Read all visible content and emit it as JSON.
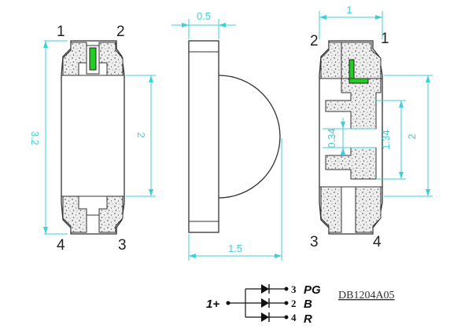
{
  "front_view": {
    "pin_top_left": "1",
    "pin_top_right": "2",
    "pin_bottom_left": "4",
    "pin_bottom_right": "3",
    "dim_length": "3.2",
    "dim_body": "2"
  },
  "side_view": {
    "dim_thickness": "0.5",
    "dim_depth": "1.5"
  },
  "back_view": {
    "pin_top_left": "2",
    "pin_top_right": "1",
    "pin_bottom_left": "3",
    "pin_bottom_right": "4",
    "dim_width": "1",
    "dim_gap": "0.34",
    "dim_span": "1.34",
    "dim_body": "2"
  },
  "schematic": {
    "common": "1+",
    "channels": [
      {
        "pin": "3",
        "label": "PG"
      },
      {
        "pin": "2",
        "label": "B"
      },
      {
        "pin": "4",
        "label": "R"
      }
    ],
    "part_number": "DB1204A05"
  },
  "colors": {
    "dimension": "#3fcfd8",
    "green_mark": "#22cc22"
  }
}
